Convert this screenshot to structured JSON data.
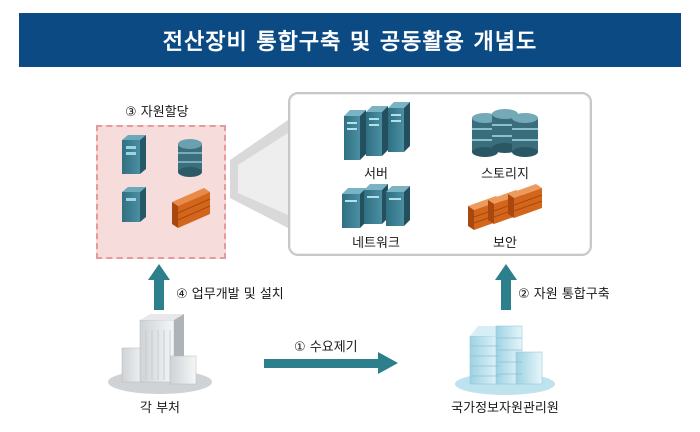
{
  "title": "전산장비 통합구축 및 공동활용 개념도",
  "labels": {
    "alloc": "③ 자원할당",
    "server": "서버",
    "storage": "스토리지",
    "network": "네트워크",
    "security": "보안",
    "step4": "④ 업무개발 및 설치",
    "step2": "② 자원 통합구축",
    "step1": "① 수요제기",
    "ministries": "각 부처",
    "nirs": "국가정보자원관리원"
  },
  "colors": {
    "title_bg": "#0c4a83",
    "arrow": "#2e7f8c",
    "server": "#3f7f92",
    "brick": "#d4661c",
    "alloc_bg": "#f7dcdc"
  }
}
